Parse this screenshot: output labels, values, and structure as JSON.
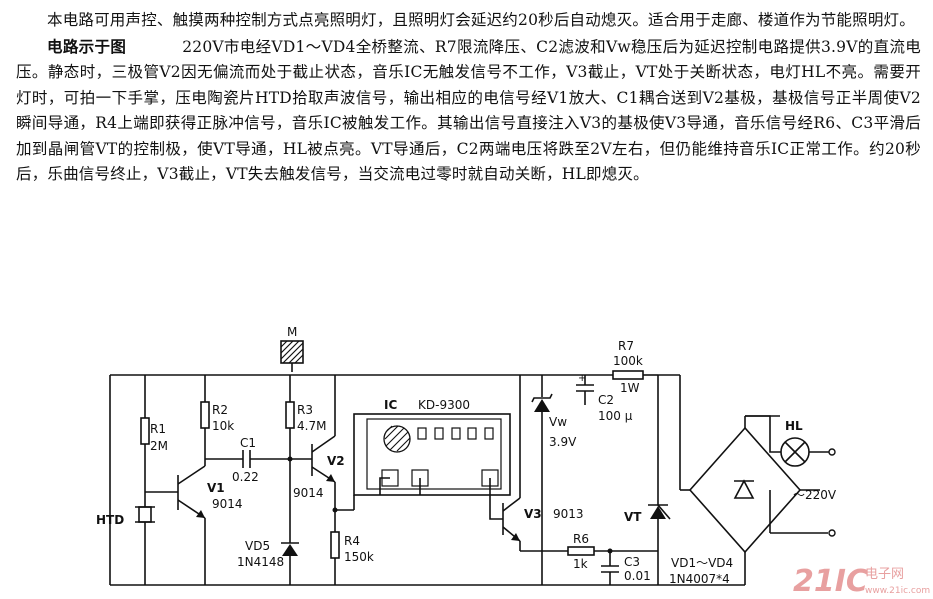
{
  "description": {
    "paragraph1": "本电路可用声控、触摸两种控制方式点亮照明灯，且照明灯会延迟约20秒后自动熄灭。适合用于走廊、楼道作为节能照明灯。",
    "paragraph2_heading": "电路示于图",
    "paragraph2": "220V市电经VD1～VD4全桥整流、R7限流降压、C2滤波和Vw稳压后为延迟控制电路提供3.9V的直流电压。静态时，三极管V2因无偏流而处于截止状态，音乐IC无触发信号不工作，V3截止，VT处于关断状态，电灯HL不亮。需要开灯时，可拍一下手掌，压电陶瓷片HTD拾取声波信号，输出相应的电信号经V1放大、C1耦合送到V2基极，基极信号正半周使V2瞬间导通，R4上端即获得正脉冲信号，音乐IC被触发工作。其输出信号直接注入V3的基极使V3导通，音乐信号经R6、C3平滑后加到晶闸管VT的控制极，使VT导通，HL被点亮。VT导通后，C2两端电压将跌至2V左右，但仍能维持音乐IC正常工作。约20秒后，乐曲信号终止，V3截止，VT失去触发信号，当交流电过零时就自动关断，HL即熄灭。"
  },
  "circuit": {
    "labels": {
      "M": "M",
      "R1": "R1",
      "R1_val": "2M",
      "R2": "R2",
      "R2_val": "10k",
      "R3": "R3",
      "R3_val": "4.7M",
      "C1": "C1",
      "C1_val": "0.22",
      "V1": "V1",
      "V1_type": "9014",
      "V2": "V2",
      "V2_type": "9014",
      "VD5": "VD5",
      "VD5_type": "1N4148",
      "R4": "R4",
      "R4_val": "150k",
      "HTD": "HTD",
      "IC": "IC",
      "IC_type": "KD-9300",
      "Vw": "Vw",
      "Vw_val": "3.9V",
      "C2": "C2",
      "C2_val": "100 μ",
      "R7": "R7",
      "R7_val": "100k",
      "R7_power": "1W",
      "V3": "V3",
      "V3_type": "9013",
      "R6": "R6",
      "R6_val": "1k",
      "C3": "C3",
      "C3_val": "0.01",
      "VT": "VT",
      "bridge": "VD1～VD4",
      "bridge_type": "1N4007*4",
      "HL": "HL",
      "mains": "～220V"
    }
  },
  "watermark": {
    "brand": "21IC",
    "cn": "电子网",
    "url": "www.21ic.com"
  },
  "colors": {
    "ink": "#111111",
    "watermark": "#e8a0a0"
  }
}
